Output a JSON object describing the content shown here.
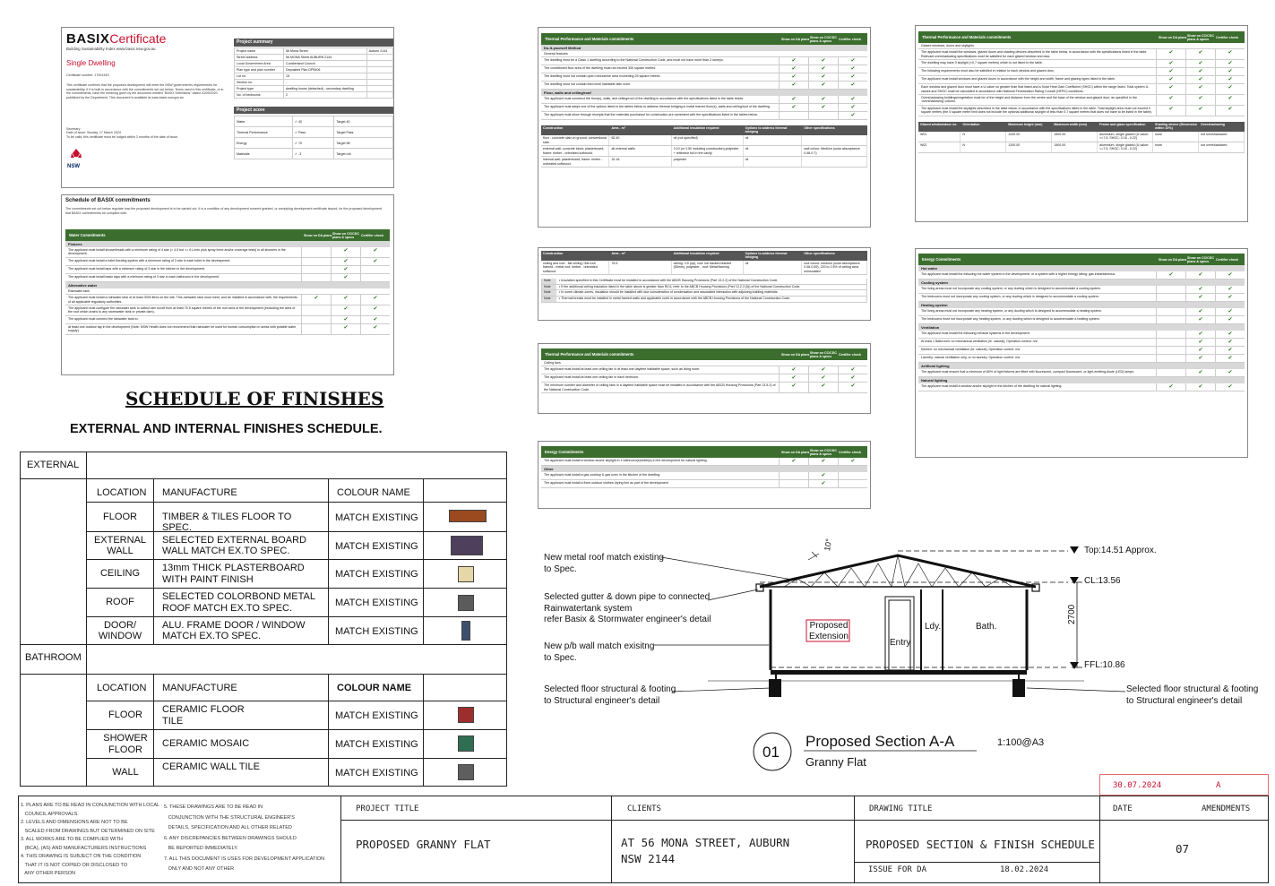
{
  "basix": {
    "logo": "BASIX",
    "logo_cert": "Certificate",
    "tagline": "Building Sustainability Index www.basix.nsw.gov.au",
    "dwelling": "Single Dwelling",
    "cert_no": "Certificate number: 1749134S",
    "body": "This certificate confirms that the proposed development will meet the NSW government's requirements for sustainability, if it is built in accordance with the commitments set out below. Terms used in this certificate, or in the commitments, have the meaning given by the document entitled \"BASIX Definitions\" dated 10/09/2020 published by the Department. This document is available at www.basix.nsw.gov.au",
    "secretary": "Secretary",
    "issue": "Date of issue: Sunday, 17 March 2024",
    "validity": "To be valid, this certificate must be lodged within 3 months of the date of issue.",
    "nsw": "NSW",
    "summary_title": "Project summary",
    "summary_rows": [
      [
        "Project name",
        "56 Mona Street",
        "Auburn 2144"
      ],
      [
        "Street address",
        "56 MONA Street AUBURN 2144",
        ""
      ],
      [
        "Local Government Area",
        "Cumberland Council",
        ""
      ],
      [
        "Plan type and plan number",
        "Deposited Plan DP5406",
        ""
      ],
      [
        "Lot no.",
        "15",
        ""
      ],
      [
        "Section no.",
        "-",
        ""
      ],
      [
        "Project type",
        "dwelling house (detached) - secondary dwelling",
        ""
      ],
      [
        "No. of bedrooms",
        "2",
        ""
      ]
    ],
    "score_title": "Project score",
    "score_rows": [
      [
        "Water",
        "40",
        "Target 40"
      ],
      [
        "Thermal Performance",
        "Pass",
        "Target Pass"
      ],
      [
        "Energy",
        "70",
        "Target 58"
      ],
      [
        "Materials",
        "-3",
        "Target n/a"
      ]
    ]
  },
  "schedule": {
    "title": "Schedule of BASIX commitments",
    "intro": "The commitments set out below regulate how the proposed development is to be carried out. It is a condition of any development consent granted, or complying development certificate issued, for the proposed development, that BASIX commitments be complied with.",
    "water_title": "Water Commitments",
    "col1": "Show on DA plans",
    "col2": "Show on CC/CDC plans & specs",
    "col3": "Certifier check",
    "fixtures": "Fixtures",
    "rows": [
      "The applicant must install showerheads with a minimum rating of 4 star (> 4.5 but <= 6 L/min plus spray force and/or coverage tests) in all showers in the development.",
      "The applicant must install a toilet flushing system with a minimum rating of 3 star in each toilet in the development.",
      "The applicant must install taps with a minimum rating of 3 star in the kitchen in the development.",
      "The applicant must install basin taps with a minimum rating of 3 star in each bathroom in the development."
    ],
    "alt_water": "Alternative water",
    "rainwater": "Rainwater tank",
    "rows2": [
      "The applicant must install a rainwater tank of at least 3000 litres on the site. This rainwater tank must meet, and be installed in accordance with, the requirements of all applicable regulatory authorities.",
      "The applicant must configure the rainwater tank to collect rain runoff from at least 75.5 square metres of the roof area of the development (excluding the area of the roof which drains to any stormwater tank or private dam).",
      "The applicant must connect the rainwater tank to:",
      "at least one outdoor tap in the development (Note: NSW Health does not recommend that rainwater be used for human consumption in areas with potable water supply.)"
    ]
  },
  "thermal1": {
    "title": "Thermal Performance and Materials commitments",
    "diy": "Do-it-yourself Method",
    "general": "General features",
    "rows": [
      "The dwelling must be a Class 1 dwelling according to the National Construction Code, and must not have more than 2 storeys.",
      "The conditioned floor area of the dwelling must not exceed 300 square metres.",
      "The dwelling must not contain open mezzanine area exceeding 25 square metres.",
      "The dwelling must not contain third level habitable attic room."
    ],
    "floor": "Floor, walls and ceiling/roof",
    "rows2": [
      "The applicant must construct the floor(s), walls, and ceiling/roof of the dwelling in accordance with the specifications listed in the table below.",
      "The applicant must adopt one of the options listed in the tables below to address thermal bridging in metal framed floor(s), walls and ceiling/roof of the dwelling.",
      "The applicant must show through receipts that the materials purchased for construction are consistent with the specifications listed in the tables below."
    ],
    "con_head": [
      "Construction",
      "Area - m²",
      "Additional insulation required",
      "Options to address thermal bridging",
      "Other specifications"
    ],
    "con_rows": [
      [
        "floor - concrete slab on ground, conventional slab.",
        "62.40",
        "nil (not specified)",
        "nil",
        ""
      ],
      [
        "external wall: concrete block; plasterboard; frame: timber - untreated softwood.",
        "all external walls",
        "3.10 (or 3.50 including construction);polyester + reflective foil in the cavity",
        "nil",
        "wall colour: Medium (solar absorptance 0.48-0.7)"
      ],
      [
        "internal wall: plasterboard; frame: timber - untreated softwood.",
        "32.16",
        "polyester",
        "nil",
        ""
      ]
    ]
  },
  "thermal2": {
    "con_head": [
      "Construction",
      "Area - m²",
      "Additional insulation required",
      "Options to address thermal bridging",
      "Other specifications"
    ],
    "con_row": [
      "ceiling and roof - flat ceiling / flat roof, framed - metal roof, timber - untreated softwood",
      "75.5",
      "ceiling: 3.5 (up), roof: foil backed blanket (55mm), polyester - roof: Metal/framing",
      "nil",
      "roof colour: medium (solar absorptance 0.48-0.59), 220 to 2.5% of ceiling area uninsulated"
    ],
    "note_label": "Note",
    "notes": [
      "Insulation specified in this Certificate must be installed in accordance with the ABCB Housing Provisions (Part 13.2.2) of the National Construction Code.",
      "If the additional ceiling insulation listed in the table above is greater than R0.6, refer to the ABCB Housing Provisions (Part 13.2.3 (5)) of the National Construction Code.",
      "In some climate zones, insulation should be installed with due consideration of condensation and associated interaction with adjoining building materials.",
      "Thermal breaks must be installed in metal framed walls and applicable roofs in accordance with the ABCB Housing Provisions of the National Construction Code."
    ]
  },
  "thermal3": {
    "title": "Thermal Performance and Materials commitments",
    "sub": "Ceiling fans",
    "rows": [
      "The applicant must install at least one ceiling fan in at least one daytime habitable space, such as living room.",
      "The applicant must install at least one ceiling fan in each bedroom.",
      "The minimum number and diameter of ceiling fans in a daytime habitable space must be installed in accordance with the ABCB Housing Provisions (Part 13.5.2) of the National Construction Code."
    ]
  },
  "energy1": {
    "title": "Energy Commitments",
    "rows": [
      "The applicant must install a window and/or skylight in 1 bathroom(s)/toilet(s) in the development for natural lighting."
    ],
    "other": "Other",
    "rows2": [
      "The applicant must install a gas cooktop & gas oven in the kitchen of the dwelling.",
      "The applicant must install a fixed outdoor clothes drying line as part of the development."
    ]
  },
  "thermal4": {
    "title": "Thermal Performance and Materials commitments",
    "sub": "Glazed windows, doors and skylights",
    "rows": [
      "The applicant must install the windows, glazed doors and shading devices described in the table below, in accordance with the specifications listed in the table. Relevant overshadowing specifications must be satisfied for each glazed window and door.",
      "The dwelling may have 0 skylight (<0.7 square metres) which is not listed in the table.",
      "The following requirements must also be satisfied in relation to each window and glazed door.",
      "The applicant must install windows and glazed doors in accordance with the height and width, frame and glazing types listed in the table.",
      "Each window and glazed door must have a U-value no greater than that listed and a Solar Heat Gain Coefficient (SHGC) within the range listed. Total system U-values and SHGC must be calculated in accordance with National Fenestration Rating Council (NFRC) conditions.",
      "Overshadowing buildings/vegetation must be of the height and distance from the centre and the base of the window and glazed door, as specified in the 'overshadowing' column.",
      "The applicant must install the skylights described in the table below, in accordance with the specifications listed in the table. Total skylight area must not exceed 0 square metres (the 0 square metre limit does not include the optional additional skylight of less than 0.7 square metres that does not have to be listed in the table)."
    ],
    "win_head": [
      "Glazed window/door no.",
      "Orientation",
      "Maximum height (mm)",
      "Maximum width (mm)",
      "Frame and glass specification",
      "Shading device (Dimension within 10%)",
      "Overshadowing"
    ],
    "win_rows": [
      [
        "W01",
        "N",
        "1200.00",
        "1500.00",
        "aluminium, single glazed (U-value: <=7.5, SHGC: 0.16 - 0.22)",
        "none",
        "not overshadowed"
      ],
      [
        "W02",
        "N",
        "1200.00",
        "1500.00",
        "aluminium, single glazed (U-value: <=7.5, SHGC: 0.16 - 0.22)",
        "none",
        "not overshadowed"
      ]
    ]
  },
  "energy2": {
    "title": "Energy Commitments",
    "hot": "Hot water",
    "hot_rows": [
      "The applicant must install the following hot water system in the development, or a system with a higher energy rating: gas instantaneous."
    ],
    "cool": "Cooling system",
    "cool_rows": [
      "The living areas must not incorporate any cooling system, or any ducting which is designed to accommodate a cooling system.",
      "The bedrooms must not incorporate any cooling system, or any ducting which is designed to accommodate a cooling system."
    ],
    "heat": "Heating system",
    "heat_rows": [
      "The living areas must not incorporate any heating system, or any ducting which is designed to accommodate a heating system.",
      "The bedrooms must not incorporate any heating system, or any ducting which is designed to accommodate a heating system."
    ],
    "vent": "Ventilation",
    "vent_rows": [
      "The applicant must install the following exhaust systems in the development:",
      "At least 1 Bathroom: no mechanical ventilation (ie. natural); Operation control: n/a",
      "Kitchen: no mechanical ventilation (ie. natural); Operation control: n/a",
      "Laundry: natural ventilation only, or no laundry; Operation control: n/a"
    ],
    "art": "Artificial lighting",
    "art_rows": [
      "The applicant must ensure that a minimum of 80% of light fixtures are fitted with fluorescent, compact fluorescent, or light-emitting-diode (LED) lamps."
    ],
    "nat": "Natural lighting",
    "nat_rows": [
      "The applicant must install a window and/or skylight in the kitchen of the dwelling for natural lighting."
    ]
  },
  "finishes": {
    "title": "SCHEDULE OF FINISHES",
    "subtitle": "EXTERNAL  AND INTERNAL FINISHES SCHEDULE.",
    "external": "EXTERNAL",
    "bathroom": "BATHROOM",
    "h_location": "LOCATION",
    "h_manufacture": "MANUFACTURE",
    "h_colour": "COLOUR NAME",
    "ext_rows": [
      {
        "loc": "FLOOR",
        "man": "TIMBER & TILES FLOOR TO SPEC.",
        "col": "MATCH EXISTING",
        "swatch": "#9a4a1e"
      },
      {
        "loc": "EXTERNAL WALL",
        "man": "SELECTED EXTERNAL BOARD WALL MATCH EX.TO SPEC.",
        "col": "MATCH EXISTING",
        "swatch": "#4e3f5c"
      },
      {
        "loc": "CEILING",
        "man": "13mm THICK PLASTERBOARD WITH PAINT FINISH",
        "col": "MATCH EXISTING",
        "swatch": "#e6d7a8"
      },
      {
        "loc": "ROOF",
        "man": "SELECTED COLORBOND METAL ROOF MATCH EX.TO SPEC.",
        "col": "MATCH EXISTING",
        "swatch": "#5b5b5b"
      },
      {
        "loc": "DOOR/ WINDOW",
        "man": "ALU. FRAME DOOR / WINDOW MATCH EX.TO SPEC.",
        "col": "MATCH EXISTING",
        "swatch": "#3e4f6e"
      }
    ],
    "bath_rows": [
      {
        "loc": "FLOOR",
        "man": "CERAMIC FLOOR TILE",
        "col": "MATCH EXISTING",
        "swatch": "#9e2e2e"
      },
      {
        "loc": "SHOWER FLOOR",
        "man": "CERAMIC MOSAIC",
        "col": "MATCH EXISTING",
        "swatch": "#2f6e52"
      },
      {
        "loc": "WALL",
        "man": "CERAMIC WALL TILE",
        "col": "MATCH EXISTING",
        "swatch": "#5e5e5e"
      }
    ]
  },
  "section": {
    "top": "Top:14.51 Approx.",
    "cl": "CL:13.56",
    "ffl": "FFL:10.86",
    "dim": "2700",
    "pitch": "10°",
    "ann_roof": "New metal roof match existing\nto Spec.",
    "ann_gutter": "Selected gutter & down pipe to connected\nRainwatertank system\nrefer Basix & Stormwater engineer's detail",
    "ann_wall": "New p/b wall match exisitng\nto Spec.",
    "ann_floor_l": "Selected floor structural & footing\nto Structural engineer's detail",
    "ann_floor_r": "Selected floor structural & footing\nto Structural engineer's detail",
    "proposed": "Proposed\nExtension",
    "entry": "Entry",
    "ldy": "Ldy.",
    "bath": "Bath.",
    "num": "01",
    "title": "Proposed Section A-A",
    "scale": "1:100@A3",
    "subtitle": "Granny Flat"
  },
  "title_block": {
    "notes_left": [
      "1. PLANS ARE TO BE READ IN CONJUNCTION WITH LOCAL",
      "   COUNCIL APPROVALS.",
      "2. LEVELS AND DIMENSIONS ARE NOT TO BE",
      "   SCALED FROM DRAWINGS BUT DETERMINED ON SITE",
      "3. ALL WORKS ARE TO BE COMPLIED WITH",
      "   (BCA), (AS) AND MANUFACTURERS INSTRUCTIONS",
      "4. THIS DRAWING IS SUBJECT ON THE CONDITION",
      "   THAT IT IS NOT COPIED OR DISCLOSED TO",
      "   ANY OTHER PERSON"
    ],
    "notes_right": [
      "5. THESE DRAWINGS ARE TO BE READ IN",
      "   CONJUNCTION WITH THE STRUCTURAL ENGINEER'S",
      "   DETAILS, SPECIFICATION AND ALL OTHER RELATED",
      "6. ANY DISCREPANCIES BETWEEN DRAWINGS SHOULD",
      "   BE REPORTED IMMEDIATELY.",
      "7. ALL THIS DOCUMENT IS USES FOR DEVELOPMENT APPLICATION",
      "   ONLY AND NOT ANY OTHER"
    ],
    "project_label": "PROJECT TITLE",
    "project": "PROPOSED GRANNY FLAT",
    "clients_label": "CLIENTS",
    "client1": "AT 56 MONA STREET, AUBURN",
    "client2": "NSW 2144",
    "drawing_label": "DRAWING TITLE",
    "drawing": "PROPOSED SECTION & FINISH SCHEDULE",
    "issue": "ISSUE FOR  DA",
    "issue_date": "18.02.2024",
    "date_label": "DATE",
    "amend_label": "AMENDMENTS",
    "rev_date": "30.07.2024",
    "rev": "A",
    "sheet": "07"
  }
}
